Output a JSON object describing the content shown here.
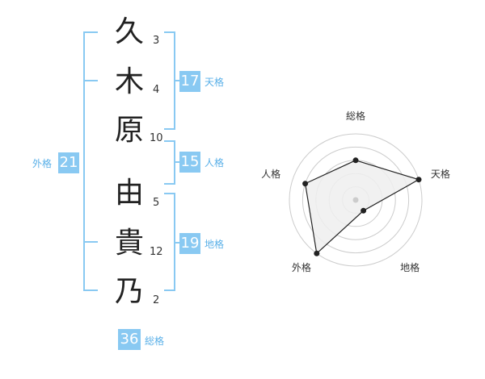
{
  "characters": [
    {
      "char": "久",
      "strokes": "3"
    },
    {
      "char": "木",
      "strokes": "4"
    },
    {
      "char": "原",
      "strokes": "10"
    },
    {
      "char": "由",
      "strokes": "5"
    },
    {
      "char": "貴",
      "strokes": "12"
    },
    {
      "char": "乃",
      "strokes": "2"
    }
  ],
  "kaku": {
    "tenkaku": {
      "value": "17",
      "label": "天格"
    },
    "jinkaku": {
      "value": "15",
      "label": "人格"
    },
    "chikaku": {
      "value": "19",
      "label": "地格"
    },
    "gaikaku": {
      "value": "21",
      "label": "外格"
    },
    "soukaku": {
      "value": "36",
      "label": "総格"
    }
  },
  "colors": {
    "bracket": "#89c9f2",
    "badge_bg": "#89c9f2",
    "badge_text": "#ffffff",
    "label_text": "#5ab0e8",
    "radar_fill": "#efefef",
    "radar_line": "#222222"
  },
  "chart_data": {
    "type": "radar",
    "axes": [
      "総格",
      "天格",
      "地格",
      "外格",
      "人格"
    ],
    "values": [
      3,
      5,
      1,
      5,
      4
    ],
    "range": [
      0,
      5
    ]
  }
}
